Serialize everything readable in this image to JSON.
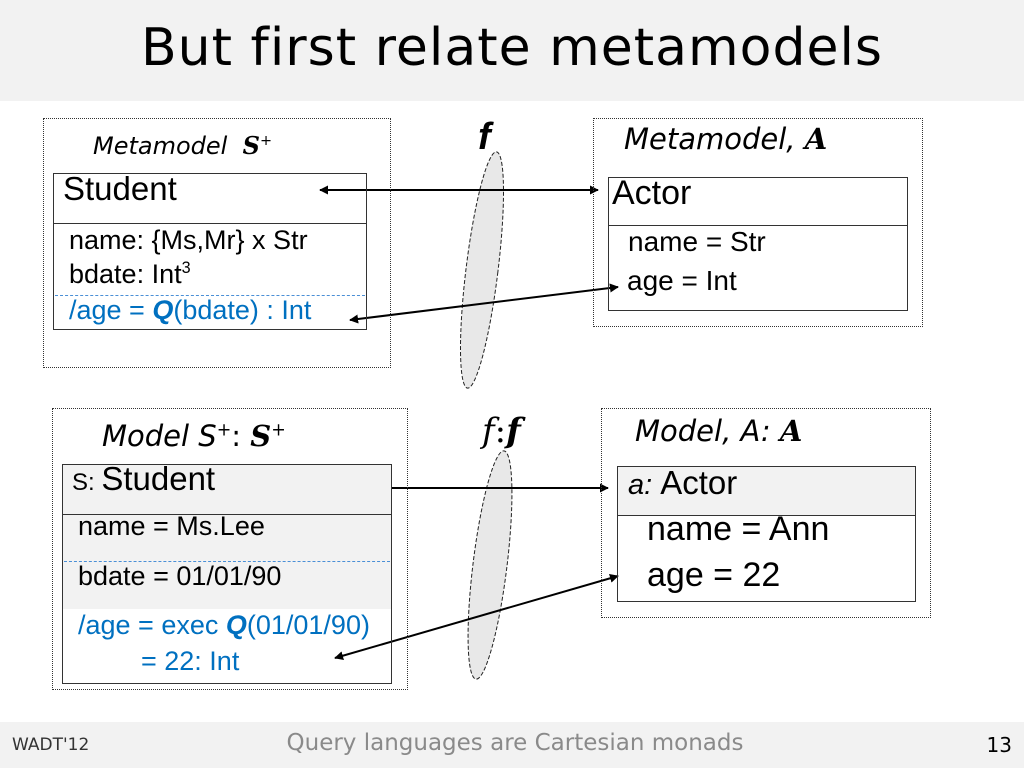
{
  "title": "But first relate metamodels",
  "mapping": {
    "symbol": "f",
    "model_prefix": "f",
    "model_colon": ":"
  },
  "left_meta": {
    "caption_text": "Metamodel",
    "caption_symbol": "S",
    "caption_sup": "+",
    "class_name": "Student",
    "attr1": "name: {Ms,Mr} x Str",
    "attr2": "bdate: Int",
    "attr2_sup": "3",
    "derived_prefix": "/age = ",
    "derived_q": "Q",
    "derived_suffix": "(bdate) : Int"
  },
  "right_meta": {
    "caption_text": "Metamodel, ",
    "caption_symbol": "A",
    "class_name": "Actor",
    "attr1": "name = Str",
    "attr2": "age = Int"
  },
  "left_model": {
    "caption_text": "Model  S",
    "caption_sup": "+",
    "caption_colon": ": ",
    "caption_symbol": "S",
    "caption_symbol_sup": "+",
    "obj_prefix": "S: ",
    "class_name": "Student",
    "attr1": "name = Ms.Lee",
    "attr2": "bdate = 01/01/90",
    "derived_line1_prefix": "/age = exec ",
    "derived_line1_q": "Q",
    "derived_line1_suffix": "(01/01/90)",
    "derived_line2": "=  22: Int"
  },
  "right_model": {
    "caption_text": "Model, A: ",
    "caption_symbol": "A",
    "obj_prefix": "a: ",
    "class_name": "Actor",
    "attr1": "name = Ann",
    "attr2": "age = 22"
  },
  "footer": {
    "left": "WADT'12",
    "center": "Query languages are Cartesian monads",
    "page": "13"
  },
  "colors": {
    "header_bg": "#f2f2f2",
    "derived_text": "#0070c0",
    "ellipse_fill": "#e8e8e8"
  }
}
